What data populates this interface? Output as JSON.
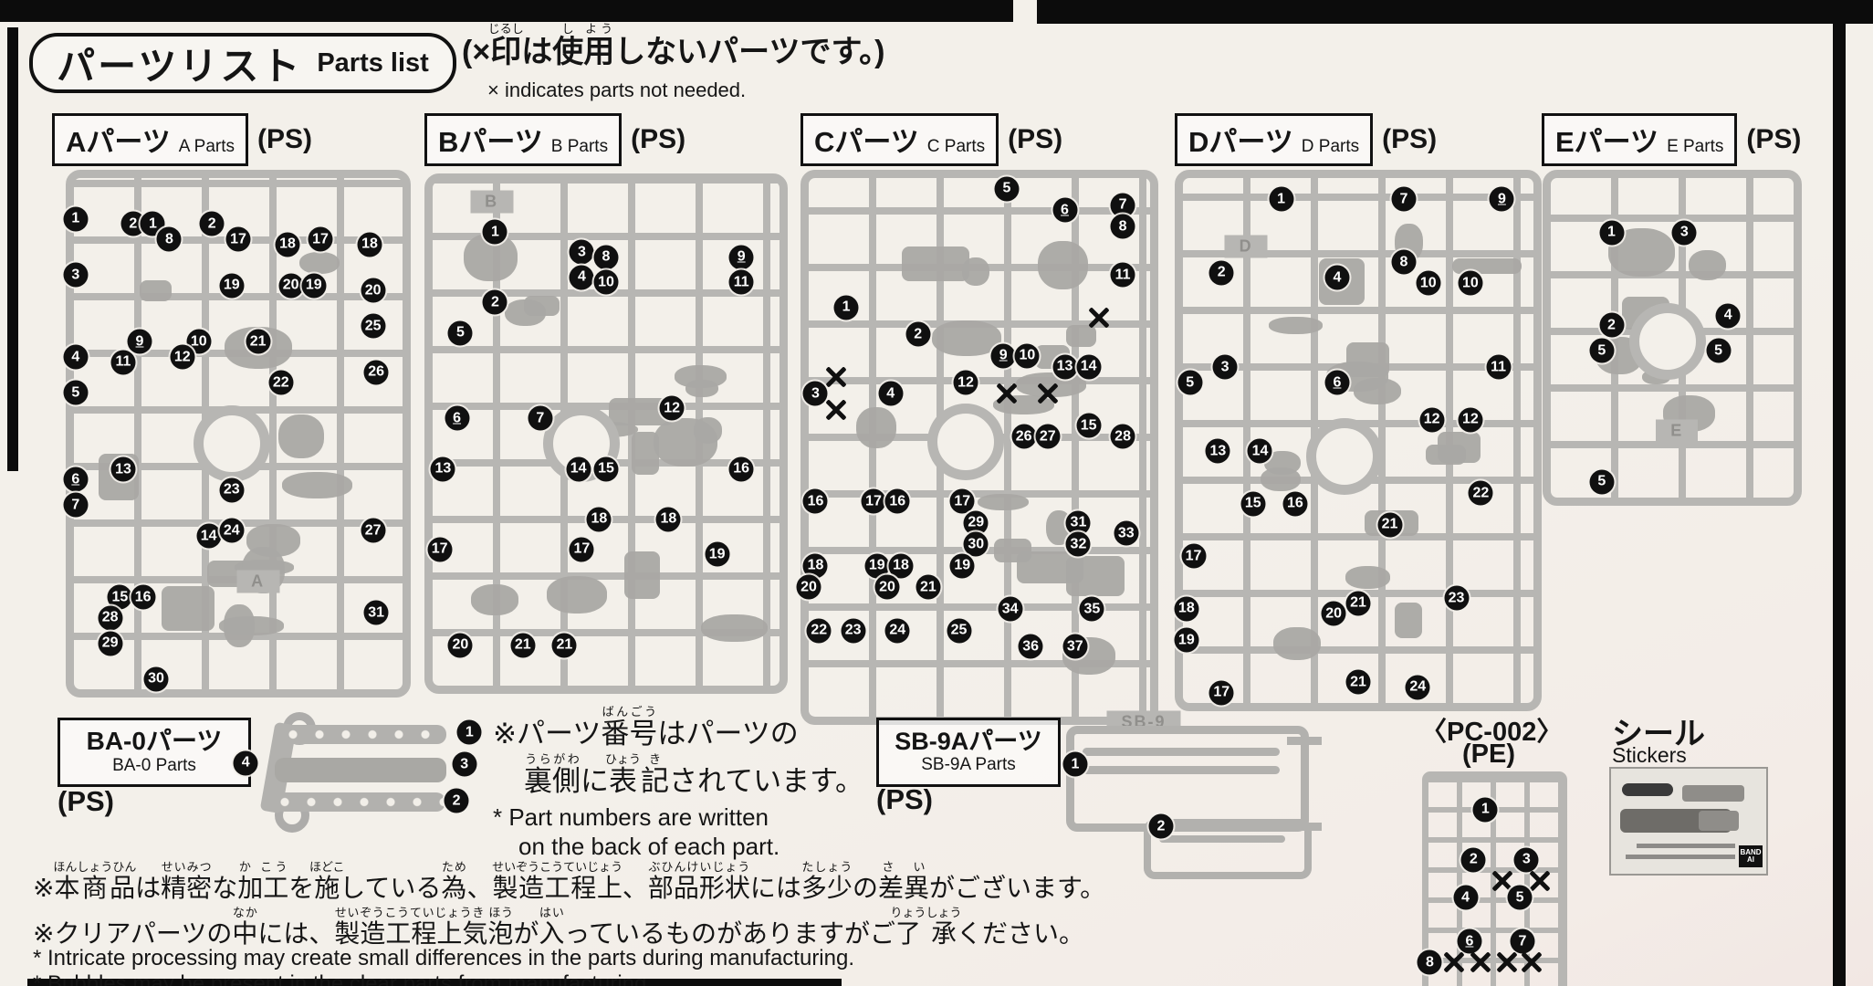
{
  "header": {
    "title_ja": "パーツリスト",
    "title_en": "Parts list",
    "usage_note_ja": [
      {
        "b": "(×",
        "r": ""
      },
      {
        "b": "印",
        "r": "じるし"
      },
      {
        "b": "は",
        "r": ""
      },
      {
        "b": "使",
        "r": "し"
      },
      {
        "b": "用",
        "r": "よう"
      },
      {
        "b": "しないパーツです。)",
        "r": ""
      }
    ],
    "usage_note_en": "× indicates parts not needed."
  },
  "sprues": [
    {
      "id": "A",
      "label_ja": "Aパーツ",
      "label_en": "A Parts",
      "material": "(PS)",
      "tag": "A",
      "badges": [
        [
          "1",
          0.5,
          8
        ],
        [
          "2",
          18,
          9
        ],
        [
          "1",
          24,
          9
        ],
        [
          "8",
          29,
          12
        ],
        [
          "2",
          42,
          9
        ],
        [
          "17",
          50,
          12
        ],
        [
          "18",
          65,
          13
        ],
        [
          "17",
          75,
          12
        ],
        [
          "18",
          90,
          13
        ],
        [
          "3",
          0.5,
          19
        ],
        [
          "19",
          48,
          21
        ],
        [
          "20",
          66,
          21
        ],
        [
          "19",
          73,
          21
        ],
        [
          "20",
          91,
          22
        ],
        [
          "25",
          91,
          29
        ],
        [
          "9",
          20,
          32
        ],
        [
          "10",
          38,
          32
        ],
        [
          "21",
          56,
          32
        ],
        [
          "11",
          15,
          36
        ],
        [
          "12",
          33,
          35
        ],
        [
          "4",
          0.5,
          35
        ],
        [
          "26",
          92,
          38
        ],
        [
          "22",
          63,
          40
        ],
        [
          "5",
          0.5,
          42
        ],
        [
          "6",
          0.5,
          59
        ],
        [
          "13",
          15,
          57
        ],
        [
          "23",
          48,
          61
        ],
        [
          "7",
          0.5,
          64
        ],
        [
          "14",
          41,
          70
        ],
        [
          "24",
          48,
          69
        ],
        [
          "27",
          91,
          69
        ],
        [
          "15",
          14,
          82
        ],
        [
          "16",
          21,
          82
        ],
        [
          "28",
          11,
          86
        ],
        [
          "29",
          11,
          91
        ],
        [
          "31",
          92,
          85
        ],
        [
          "30",
          25,
          98
        ]
      ]
    },
    {
      "id": "B",
      "label_ja": "Bパーツ",
      "label_en": "B Parts",
      "material": "(PS)",
      "tag": "B",
      "badges": [
        [
          "1",
          18,
          10
        ],
        [
          "3",
          43,
          14
        ],
        [
          "8",
          50,
          15
        ],
        [
          "9",
          89,
          15
        ],
        [
          "2",
          18,
          24
        ],
        [
          "4",
          43,
          19
        ],
        [
          "10",
          50,
          20
        ],
        [
          "11",
          89,
          20
        ],
        [
          "5",
          8,
          30
        ],
        [
          "6",
          7,
          47
        ],
        [
          "7",
          31,
          47
        ],
        [
          "12",
          69,
          45
        ],
        [
          "13",
          3,
          57
        ],
        [
          "14",
          42,
          57
        ],
        [
          "15",
          50,
          57
        ],
        [
          "16",
          89,
          57
        ],
        [
          "18",
          48,
          67
        ],
        [
          "18",
          68,
          67
        ],
        [
          "17",
          2,
          73
        ],
        [
          "17",
          43,
          73
        ],
        [
          "19",
          82,
          74
        ],
        [
          "20",
          8,
          92
        ],
        [
          "21",
          26,
          92
        ],
        [
          "21",
          38,
          92
        ]
      ]
    },
    {
      "id": "C",
      "label_ja": "Cパーツ",
      "label_en": "C Parts",
      "material": "(PS)",
      "tag": "",
      "badges": [
        [
          "5",
          58,
          2
        ],
        [
          "6",
          75,
          6
        ],
        [
          "7",
          92,
          5
        ],
        [
          "8",
          92,
          9
        ],
        [
          "11",
          92,
          18
        ],
        [
          "x",
          85,
          26
        ],
        [
          "1",
          11,
          24
        ],
        [
          "2",
          32,
          29
        ],
        [
          "9",
          57,
          33
        ],
        [
          "10",
          64,
          33
        ],
        [
          "13",
          75,
          35
        ],
        [
          "14",
          82,
          35
        ],
        [
          "x",
          8,
          37
        ],
        [
          "3",
          2,
          40
        ],
        [
          "x",
          8,
          43
        ],
        [
          "4",
          24,
          40
        ],
        [
          "12",
          46,
          38
        ],
        [
          "x",
          58,
          40
        ],
        [
          "x",
          70,
          40
        ],
        [
          "15",
          82,
          46
        ],
        [
          "26",
          63,
          48
        ],
        [
          "27",
          70,
          48
        ],
        [
          "28",
          92,
          48
        ],
        [
          "16",
          2,
          60
        ],
        [
          "17",
          19,
          60
        ],
        [
          "16",
          26,
          60
        ],
        [
          "17",
          45,
          60
        ],
        [
          "29",
          49,
          64
        ],
        [
          "30",
          49,
          68
        ],
        [
          "31",
          79,
          64
        ],
        [
          "32",
          79,
          68
        ],
        [
          "33",
          93,
          66
        ],
        [
          "18",
          2,
          72
        ],
        [
          "19",
          20,
          72
        ],
        [
          "18",
          27,
          72
        ],
        [
          "19",
          45,
          72
        ],
        [
          "20",
          0,
          76
        ],
        [
          "20",
          23,
          76
        ],
        [
          "21",
          35,
          76
        ],
        [
          "34",
          59,
          80
        ],
        [
          "35",
          83,
          80
        ],
        [
          "22",
          3,
          84
        ],
        [
          "23",
          13,
          84
        ],
        [
          "24",
          26,
          84
        ],
        [
          "25",
          44,
          84
        ],
        [
          "36",
          65,
          87
        ],
        [
          "37",
          78,
          87
        ]
      ]
    },
    {
      "id": "D",
      "label_ja": "Dパーツ",
      "label_en": "D Parts",
      "material": "(PS)",
      "tag": "D",
      "badges": [
        [
          "1",
          28,
          4
        ],
        [
          "7",
          63,
          4
        ],
        [
          "9",
          91,
          4
        ],
        [
          "2",
          11,
          18
        ],
        [
          "4",
          44,
          19
        ],
        [
          "8",
          63,
          16
        ],
        [
          "10",
          70,
          20
        ],
        [
          "10",
          82,
          20
        ],
        [
          "3",
          12,
          36
        ],
        [
          "5",
          2,
          39
        ],
        [
          "6",
          44,
          39
        ],
        [
          "11",
          90,
          36
        ],
        [
          "12",
          71,
          46
        ],
        [
          "12",
          82,
          46
        ],
        [
          "13",
          10,
          52
        ],
        [
          "14",
          22,
          52
        ],
        [
          "15",
          20,
          62
        ],
        [
          "16",
          32,
          62
        ],
        [
          "21",
          59,
          66
        ],
        [
          "22",
          85,
          60
        ],
        [
          "17",
          3,
          72
        ],
        [
          "18",
          1,
          82
        ],
        [
          "20",
          43,
          83
        ],
        [
          "21",
          50,
          81
        ],
        [
          "23",
          78,
          80
        ],
        [
          "19",
          1,
          88
        ],
        [
          "17",
          11,
          98
        ],
        [
          "21",
          50,
          96
        ],
        [
          "24",
          67,
          97
        ]
      ]
    },
    {
      "id": "E",
      "label_ja": "Eパーツ",
      "label_en": "E Parts",
      "material": "(PS)",
      "tag": "E",
      "badges": [
        [
          "1",
          25,
          17
        ],
        [
          "3",
          55,
          17
        ],
        [
          "2",
          25,
          46
        ],
        [
          "4",
          73,
          43
        ],
        [
          "5",
          21,
          54
        ],
        [
          "5",
          69,
          54
        ],
        [
          "5",
          21,
          95
        ]
      ]
    }
  ],
  "ba0": {
    "label_ja": "BA-0パーツ",
    "label_en": "BA-0 Parts",
    "material": "(PS)",
    "badges": [
      [
        "4",
        5,
        36
      ],
      [
        "1",
        91,
        15
      ],
      [
        "3",
        89,
        37
      ],
      [
        "2",
        86,
        62
      ]
    ]
  },
  "sb9a": {
    "label_ja": "SB-9Aパーツ",
    "label_en": "SB-9A Parts",
    "material": "(PS)",
    "tag": "SB-9",
    "badges": [
      [
        "1",
        7,
        32
      ],
      [
        "2",
        40,
        72
      ]
    ]
  },
  "pc002": {
    "label": "〈PC-002〉",
    "material": "(PE)",
    "badges": [
      [
        "1",
        43,
        15
      ],
      [
        "2",
        34,
        39
      ],
      [
        "3",
        74,
        39
      ],
      [
        "x",
        56,
        49
      ],
      [
        "x",
        84,
        49
      ],
      [
        "4",
        28,
        57
      ],
      [
        "5",
        69,
        57
      ],
      [
        "6",
        31,
        78
      ],
      [
        "7",
        71,
        78
      ],
      [
        "8",
        1,
        88
      ],
      [
        "x",
        19,
        88
      ],
      [
        "x",
        39,
        88
      ],
      [
        "x",
        59,
        88
      ],
      [
        "x",
        78,
        88
      ]
    ]
  },
  "stickers": {
    "label_ja": "シール",
    "label_en": "Stickers",
    "logo": "BANDAI"
  },
  "part_numbers_note": {
    "ja1": [
      {
        "b": "※パーツ",
        "r": ""
      },
      {
        "b": "番",
        "r": "ばん"
      },
      {
        "b": "号",
        "r": "ごう"
      },
      {
        "b": "はパーツの",
        "r": ""
      }
    ],
    "ja2": [
      {
        "b": "裏",
        "r": "うら"
      },
      {
        "b": "側",
        "r": "がわ"
      },
      {
        "b": "に",
        "r": ""
      },
      {
        "b": "表",
        "r": "ひょう"
      },
      {
        "b": "記",
        "r": "き"
      },
      {
        "b": "されています。",
        "r": ""
      }
    ],
    "en1": "* Part numbers are written",
    "en2": "on the back of each part."
  },
  "footer_notes": {
    "ja1": [
      {
        "b": "※",
        "r": ""
      },
      {
        "b": "本商品",
        "r": "ほんしょうひん"
      },
      {
        "b": "は",
        "r": ""
      },
      {
        "b": "精密",
        "r": "せいみつ"
      },
      {
        "b": "な",
        "r": ""
      },
      {
        "b": "加工",
        "r": "か こう"
      },
      {
        "b": "を",
        "r": ""
      },
      {
        "b": "施",
        "r": "ほどこ"
      },
      {
        "b": "している",
        "r": ""
      },
      {
        "b": "為",
        "r": "ため"
      },
      {
        "b": "、",
        "r": ""
      },
      {
        "b": "製造工程上",
        "r": "せいぞうこうていじょう"
      },
      {
        "b": "、",
        "r": ""
      },
      {
        "b": "部品形状",
        "r": "ぶひんけいじょう"
      },
      {
        "b": "には",
        "r": ""
      },
      {
        "b": "多少",
        "r": "たしょう"
      },
      {
        "b": "の",
        "r": ""
      },
      {
        "b": "差異",
        "r": "さ い"
      },
      {
        "b": "がございます。",
        "r": ""
      }
    ],
    "ja2": [
      {
        "b": "※クリアパーツの",
        "r": ""
      },
      {
        "b": "中",
        "r": "なか"
      },
      {
        "b": "には、",
        "r": ""
      },
      {
        "b": "製造工程上気泡",
        "r": "せいぞうこうていじょうき ほう"
      },
      {
        "b": "が",
        "r": ""
      },
      {
        "b": "入",
        "r": "はい"
      },
      {
        "b": "っているものがありますがご",
        "r": ""
      },
      {
        "b": "了承",
        "r": "りょうしょう"
      },
      {
        "b": "ください。",
        "r": ""
      }
    ],
    "en1": "* Intricate processing may create small differences in the parts during manufacturing.",
    "en2": "* Bubbles may be present in the clear parts from manufacturing."
  }
}
